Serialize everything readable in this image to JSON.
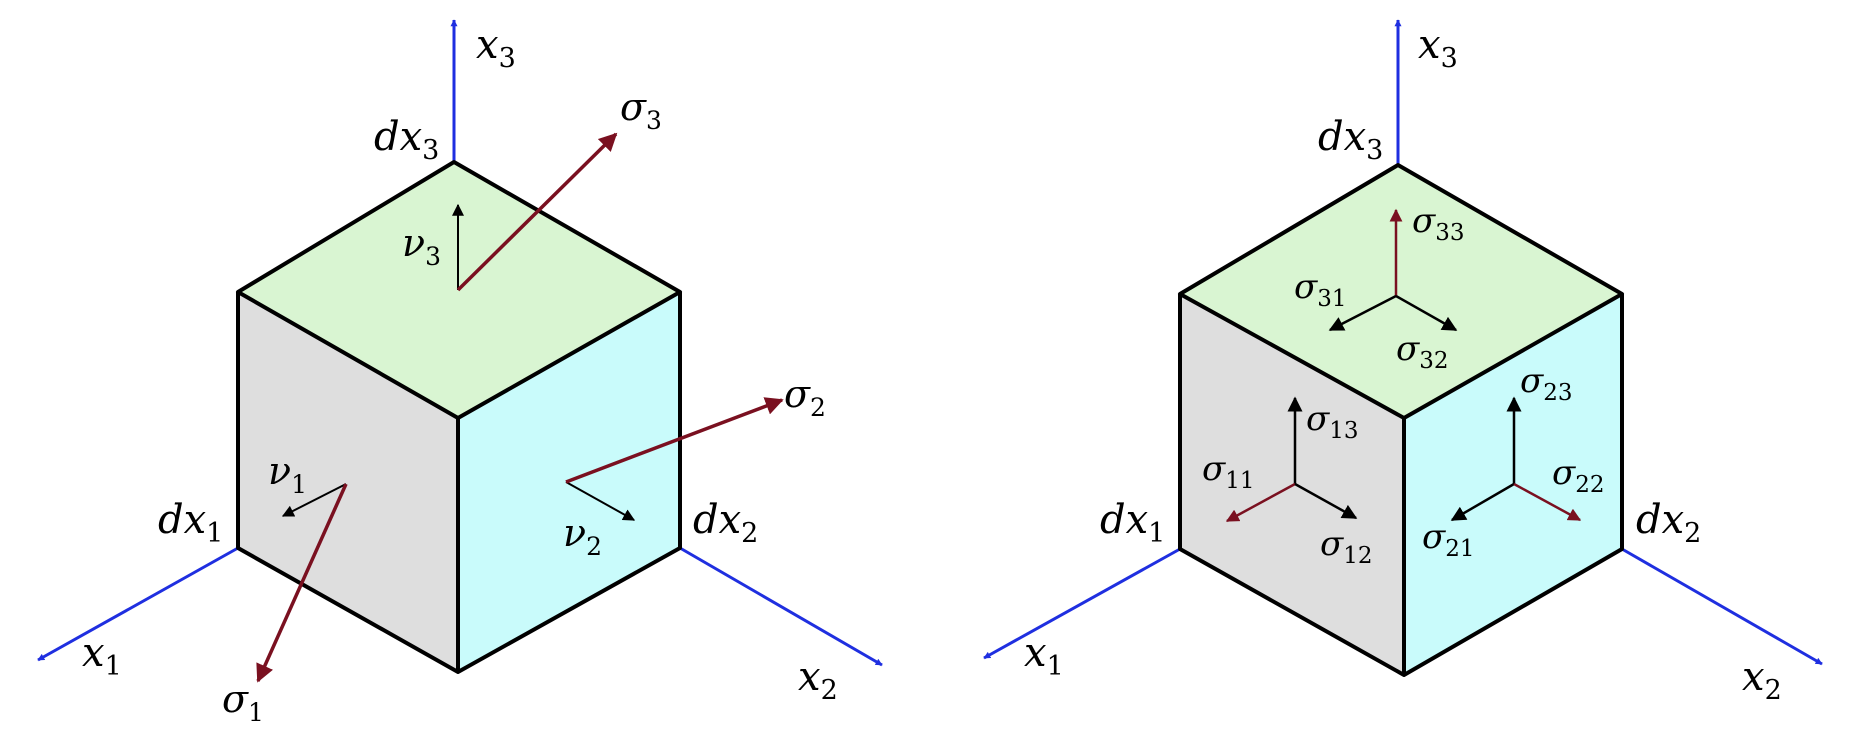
{
  "colors": {
    "axis": "#1f2fe0",
    "stress_vector": "#7a1020",
    "normal_vector": "#000000",
    "face_top": "#d9f5d2",
    "face_left": "#dedede",
    "face_right": "#c9fbfb",
    "edge": "#000000"
  },
  "left_figure": {
    "axes": {
      "x1": "x",
      "x1_sub": "1",
      "x2": "x",
      "x2_sub": "2",
      "x3": "x",
      "x3_sub": "3"
    },
    "edges": {
      "dx1": "dx",
      "dx1_sub": "1",
      "dx2": "dx",
      "dx2_sub": "2",
      "dx3": "dx",
      "dx3_sub": "3"
    },
    "normals": [
      {
        "sym": "ν",
        "sub": "1"
      },
      {
        "sym": "ν",
        "sub": "2"
      },
      {
        "sym": "ν",
        "sub": "3"
      }
    ],
    "tractions": [
      {
        "sym": "σ",
        "sub": "1"
      },
      {
        "sym": "σ",
        "sub": "2"
      },
      {
        "sym": "σ",
        "sub": "3"
      }
    ]
  },
  "right_figure": {
    "axes": {
      "x1": "x",
      "x1_sub": "1",
      "x2": "x",
      "x2_sub": "2",
      "x3": "x",
      "x3_sub": "3"
    },
    "edges": {
      "dx1": "dx",
      "dx1_sub": "1",
      "dx2": "dx",
      "dx2_sub": "2",
      "dx3": "dx",
      "dx3_sub": "3"
    },
    "components": [
      {
        "sym": "σ",
        "sub": "11"
      },
      {
        "sym": "σ",
        "sub": "12"
      },
      {
        "sym": "σ",
        "sub": "13"
      },
      {
        "sym": "σ",
        "sub": "21"
      },
      {
        "sym": "σ",
        "sub": "22"
      },
      {
        "sym": "σ",
        "sub": "23"
      },
      {
        "sym": "σ",
        "sub": "31"
      },
      {
        "sym": "σ",
        "sub": "32"
      },
      {
        "sym": "σ",
        "sub": "33"
      }
    ]
  }
}
